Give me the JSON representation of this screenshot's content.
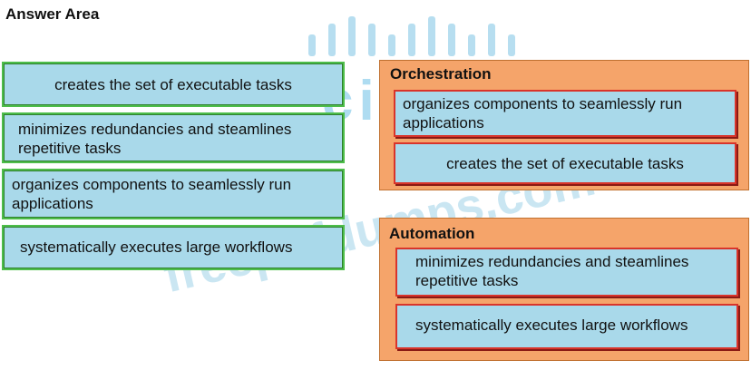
{
  "header": {
    "title": "Answer Area"
  },
  "sources": [
    {
      "label": "creates the set of executable tasks"
    },
    {
      "label": "minimizes redundancies and steamlines repetitive tasks"
    },
    {
      "label": "organizes components to seamlessly run applications"
    },
    {
      "label": "systematically executes large workflows"
    }
  ],
  "targets": {
    "orchestration": {
      "title": "Orchestration",
      "items": [
        {
          "label": "organizes components to seamlessly run applications"
        },
        {
          "label": "creates the set of executable tasks"
        }
      ]
    },
    "automation": {
      "title": "Automation",
      "items": [
        {
          "label": "minimizes redundancies and steamlines repetitive tasks"
        },
        {
          "label": "systematically executes large workflows"
        }
      ]
    }
  },
  "colors": {
    "source_bg": "#a9d9ea",
    "source_border": "#4dbd4a",
    "panel_bg": "#f5a46a",
    "target_border": "#d9342b"
  }
}
